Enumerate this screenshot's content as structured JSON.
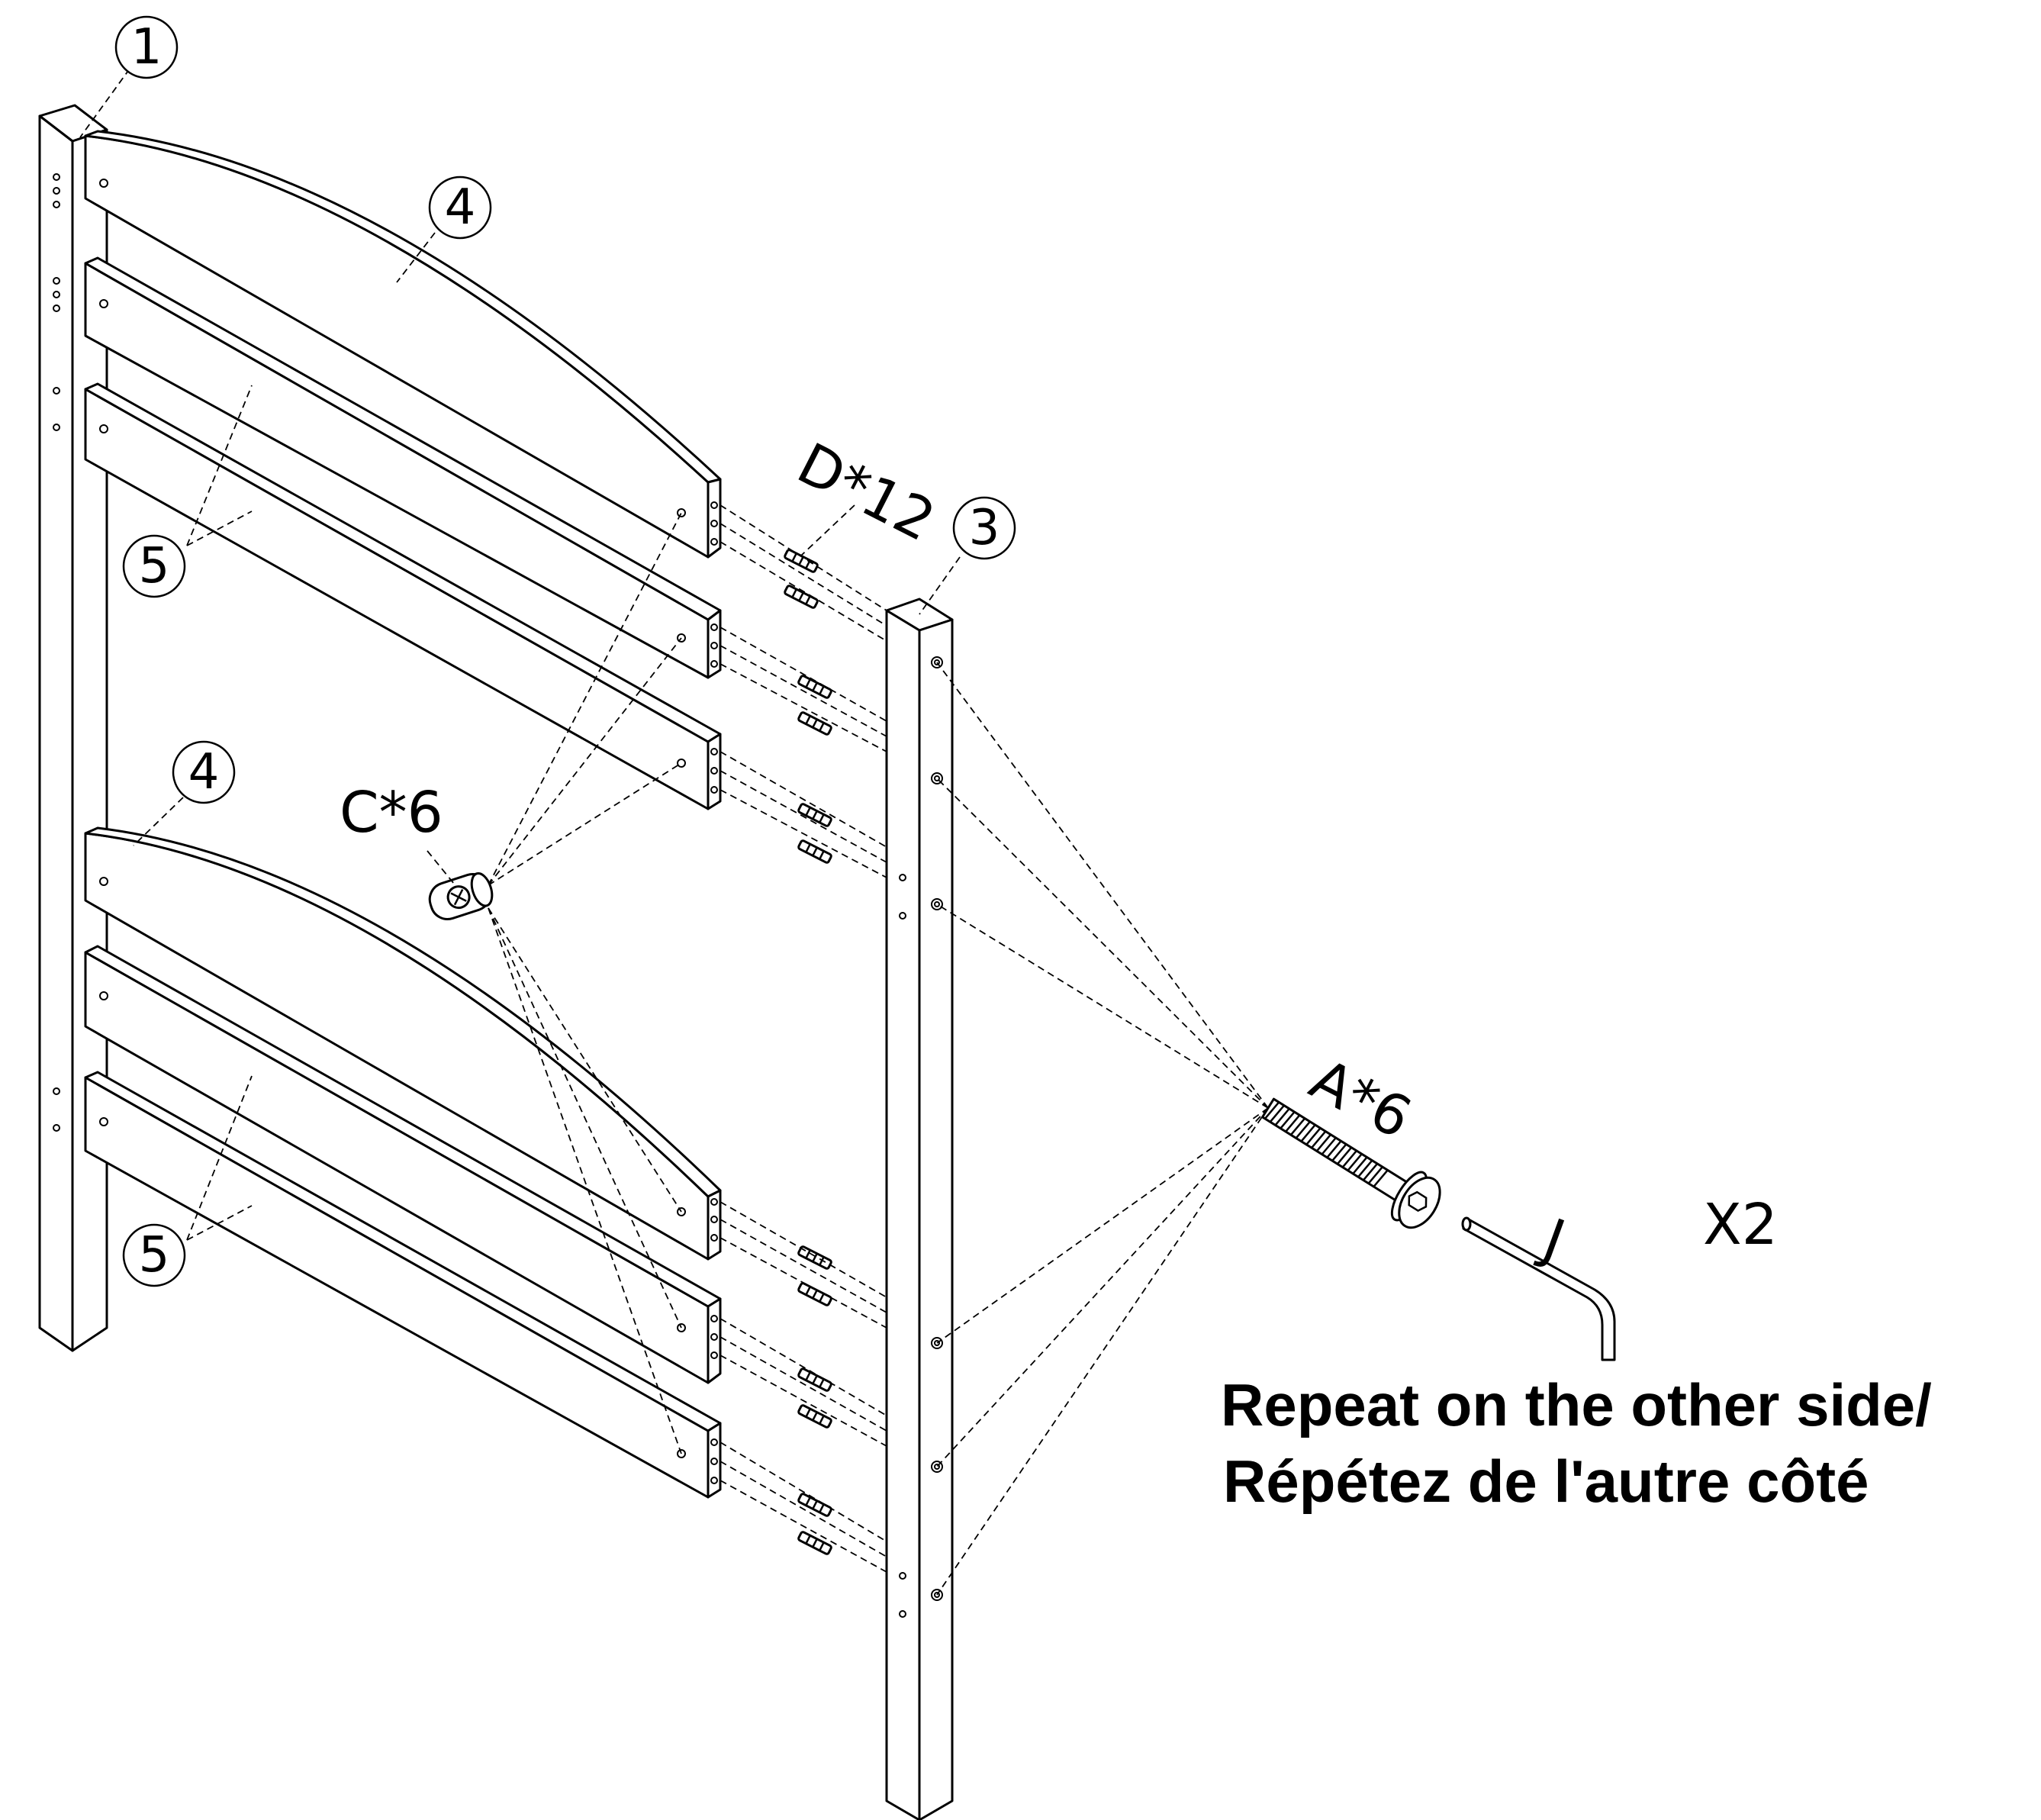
{
  "callouts": {
    "part_1": "1",
    "part_3": "3",
    "part_4_top": "4",
    "part_4_bottom": "4",
    "part_5_top": "5",
    "part_5_bottom": "5"
  },
  "hardware": {
    "dowel": "D*12",
    "barrel_nut": "C*6",
    "bolt": "A*6",
    "allen_key": "J"
  },
  "multiplier": "X2",
  "note": {
    "line1": "Repeat on the other side/",
    "line2": "Répétez de l'autre côté"
  }
}
